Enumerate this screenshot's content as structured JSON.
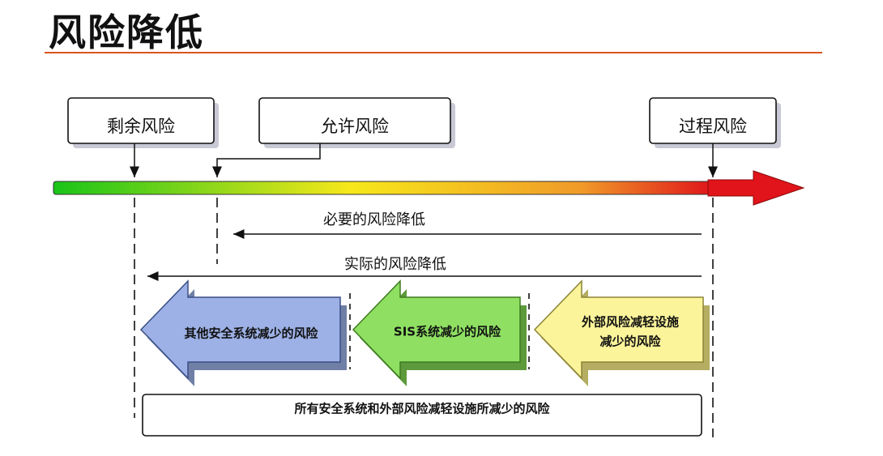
{
  "title": "风险降低",
  "colors": {
    "title_rule": "#d9541e",
    "bar_start": "#19c419",
    "bar_mid": "#f7e81a",
    "bar_end": "#e0141a",
    "arrow_blue": "#9db1e6",
    "arrow_green": "#8fe062",
    "arrow_yellow": "#fbf49a"
  },
  "boxes": {
    "residual_risk": "剩余风险",
    "tolerable_risk": "允许风险",
    "process_risk": "过程风险"
  },
  "reductions": {
    "necessary": "必要的风险降低",
    "actual": "实际的风险降低"
  },
  "arrows": {
    "other_safety": "其他安全系统减少的风险",
    "sis": "SIS系统减少的风险",
    "external_line1": "外部风险减轻设施",
    "external_line2": "减少的风险"
  },
  "bottom_box": "所有安全系统和外部风险减轻设施所减少的风险"
}
